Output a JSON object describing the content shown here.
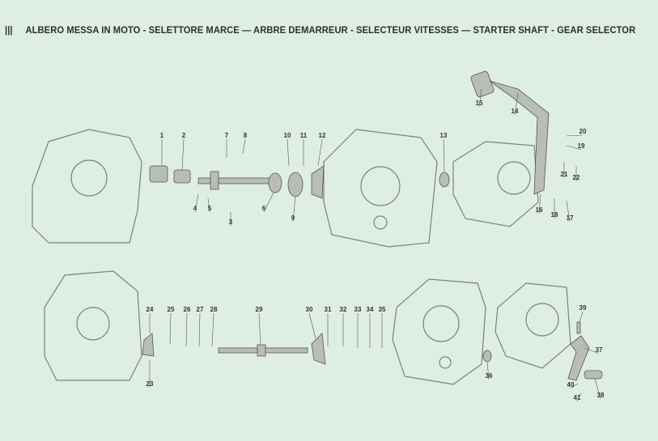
{
  "header": {
    "section": "|||",
    "title": "ALBERO MESSA IN MOTO - SELETTORE MARCE — ARBRE DEMARREUR - SELECTEUR VITESSES — STARTER SHAFT - GEAR SELECTOR"
  },
  "callouts": [
    "1",
    "2",
    "3",
    "4",
    "5",
    "6",
    "7",
    "8",
    "9",
    "10",
    "11",
    "12",
    "13",
    "14",
    "15",
    "16",
    "17",
    "18",
    "19",
    "20",
    "21",
    "22",
    "23",
    "24",
    "25",
    "26",
    "27",
    "28",
    "29",
    "30",
    "31",
    "32",
    "33",
    "34",
    "35",
    "36",
    "37",
    "38",
    "39",
    "40",
    "41"
  ],
  "colors": {
    "background": "#dfeee3",
    "line": "#6f7470",
    "part": "#b9bdb8"
  }
}
